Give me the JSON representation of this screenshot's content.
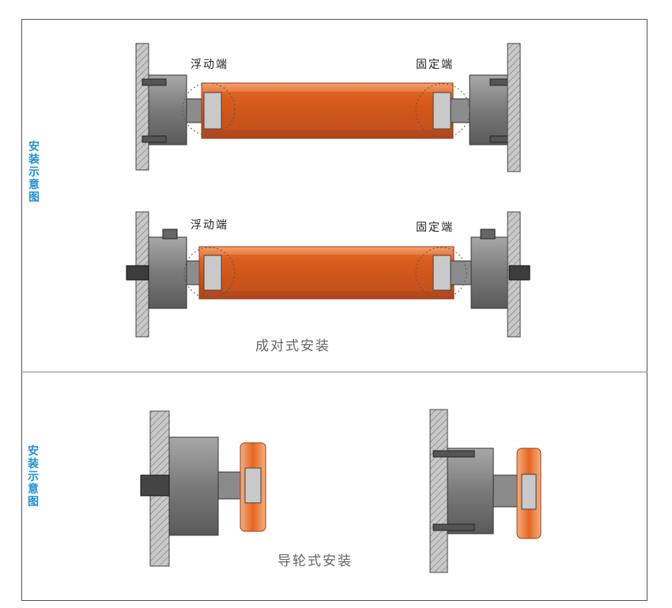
{
  "side_labels": {
    "top": "安装示意图",
    "bottom": "安装示意图"
  },
  "section_paired": {
    "row1": {
      "floating_end": "浮动端",
      "fixed_end": "固定端"
    },
    "row2": {
      "floating_end": "浮动端",
      "fixed_end": "固定端"
    },
    "caption": "成对式安装"
  },
  "section_guide": {
    "caption": "导轮式安装"
  },
  "colors": {
    "frame": "#555555",
    "label_blue": "#1e90d8",
    "tube_orange": "#e8641e",
    "tube_light": "#f3a878",
    "steel": "#8a8a8a",
    "steel_dark": "#4a4a4a",
    "hatch": "#9a9a9a"
  }
}
